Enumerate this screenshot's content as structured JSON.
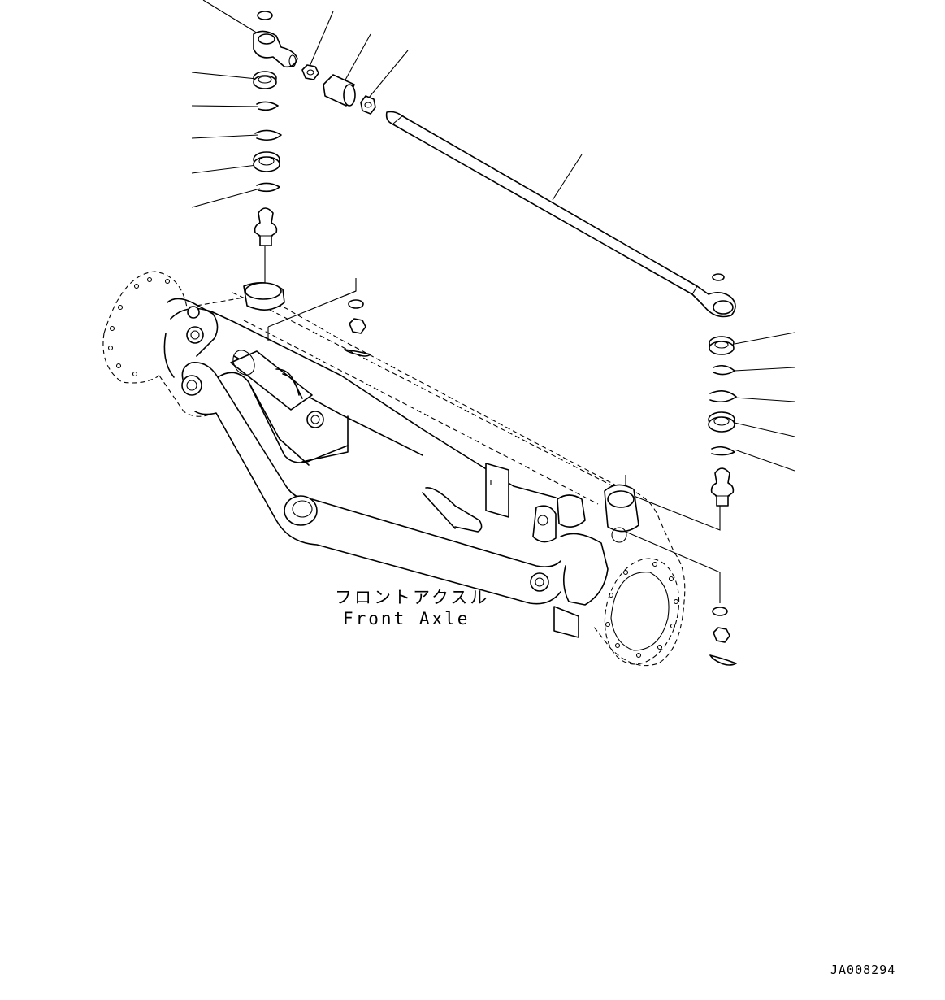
{
  "diagram": {
    "label_jp": "フロントアクスル",
    "label_en": "Front Axle",
    "drawing_code": "JA008294"
  }
}
